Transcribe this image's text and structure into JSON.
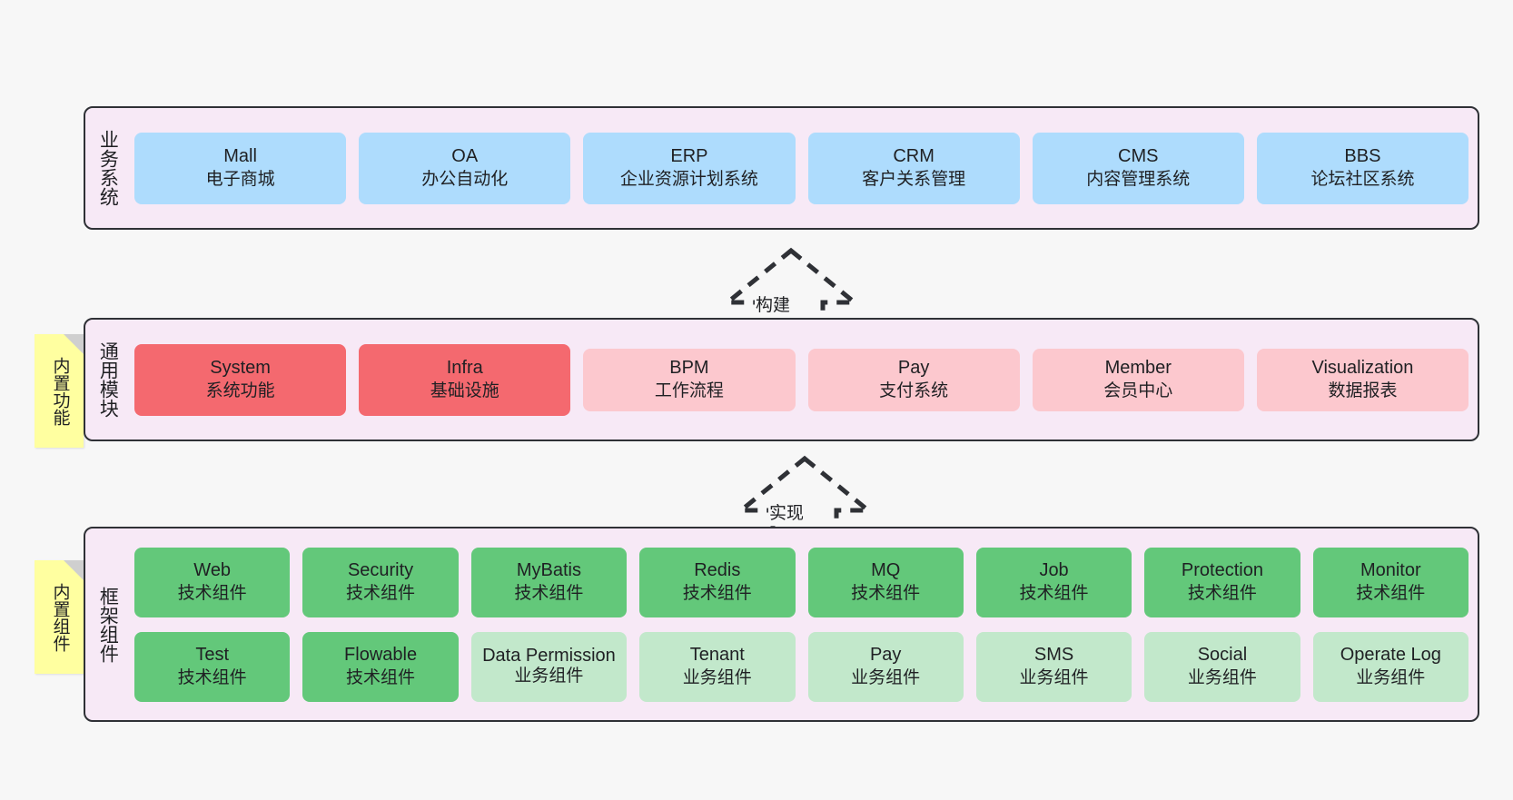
{
  "diagram": {
    "background_color": "#f7f7f7",
    "panel_color": "#f7e9f6",
    "border_color": "#2f3136"
  },
  "layers": [
    {
      "id": "business",
      "title": "业务系统",
      "modules": [
        {
          "name": "Mall",
          "desc": "电子商城",
          "color": "#aedcfd"
        },
        {
          "name": "OA",
          "desc": "办公自动化",
          "color": "#aedcfd"
        },
        {
          "name": "ERP",
          "desc": "企业资源计划系统",
          "color": "#aedcfd"
        },
        {
          "name": "CRM",
          "desc": "客户关系管理",
          "color": "#aedcfd"
        },
        {
          "name": "CMS",
          "desc": "内容管理系统",
          "color": "#aedcfd"
        },
        {
          "name": "BBS",
          "desc": "论坛社区系统",
          "color": "#aedcfd"
        }
      ]
    },
    {
      "id": "common",
      "title": "通用模块",
      "note": "内置功能",
      "modules": [
        {
          "name": "System",
          "desc": "系统功能",
          "color": "#f4696f"
        },
        {
          "name": "Infra",
          "desc": "基础设施",
          "color": "#f4696f"
        },
        {
          "name": "BPM",
          "desc": "工作流程",
          "color": "#fcc8ce"
        },
        {
          "name": "Pay",
          "desc": "支付系统",
          "color": "#fcc8ce"
        },
        {
          "name": "Member",
          "desc": "会员中心",
          "color": "#fcc8ce"
        },
        {
          "name": "Visualization",
          "desc": "数据报表",
          "color": "#fcc8ce"
        }
      ]
    },
    {
      "id": "framework",
      "title": "框架组件",
      "note": "内置组件",
      "row1": [
        {
          "name": "Web",
          "desc": "技术组件",
          "color": "#63c87a"
        },
        {
          "name": "Security",
          "desc": "技术组件",
          "color": "#63c87a"
        },
        {
          "name": "MyBatis",
          "desc": "技术组件",
          "color": "#63c87a"
        },
        {
          "name": "Redis",
          "desc": "技术组件",
          "color": "#63c87a"
        },
        {
          "name": "MQ",
          "desc": "技术组件",
          "color": "#63c87a"
        },
        {
          "name": "Job",
          "desc": "技术组件",
          "color": "#63c87a"
        },
        {
          "name": "Protection",
          "desc": "技术组件",
          "color": "#63c87a"
        },
        {
          "name": "Monitor",
          "desc": "技术组件",
          "color": "#63c87a"
        }
      ],
      "row2": [
        {
          "name": "Test",
          "desc": "技术组件",
          "color": "#63c87a"
        },
        {
          "name": "Flowable",
          "desc": "技术组件",
          "color": "#63c87a"
        },
        {
          "name": "Data Permission",
          "desc": "业务组件",
          "color": "#c2e8cb"
        },
        {
          "name": "Tenant",
          "desc": "业务组件",
          "color": "#c2e8cb"
        },
        {
          "name": "Pay",
          "desc": "业务组件",
          "color": "#c2e8cb"
        },
        {
          "name": "SMS",
          "desc": "业务组件",
          "color": "#c2e8cb"
        },
        {
          "name": "Social",
          "desc": "业务组件",
          "color": "#c2e8cb"
        },
        {
          "name": "Operate Log",
          "desc": "业务组件",
          "color": "#c2e8cb"
        }
      ]
    }
  ],
  "connectors": [
    {
      "id": "build",
      "label": "构建"
    },
    {
      "id": "implement",
      "label": "实现"
    }
  ]
}
